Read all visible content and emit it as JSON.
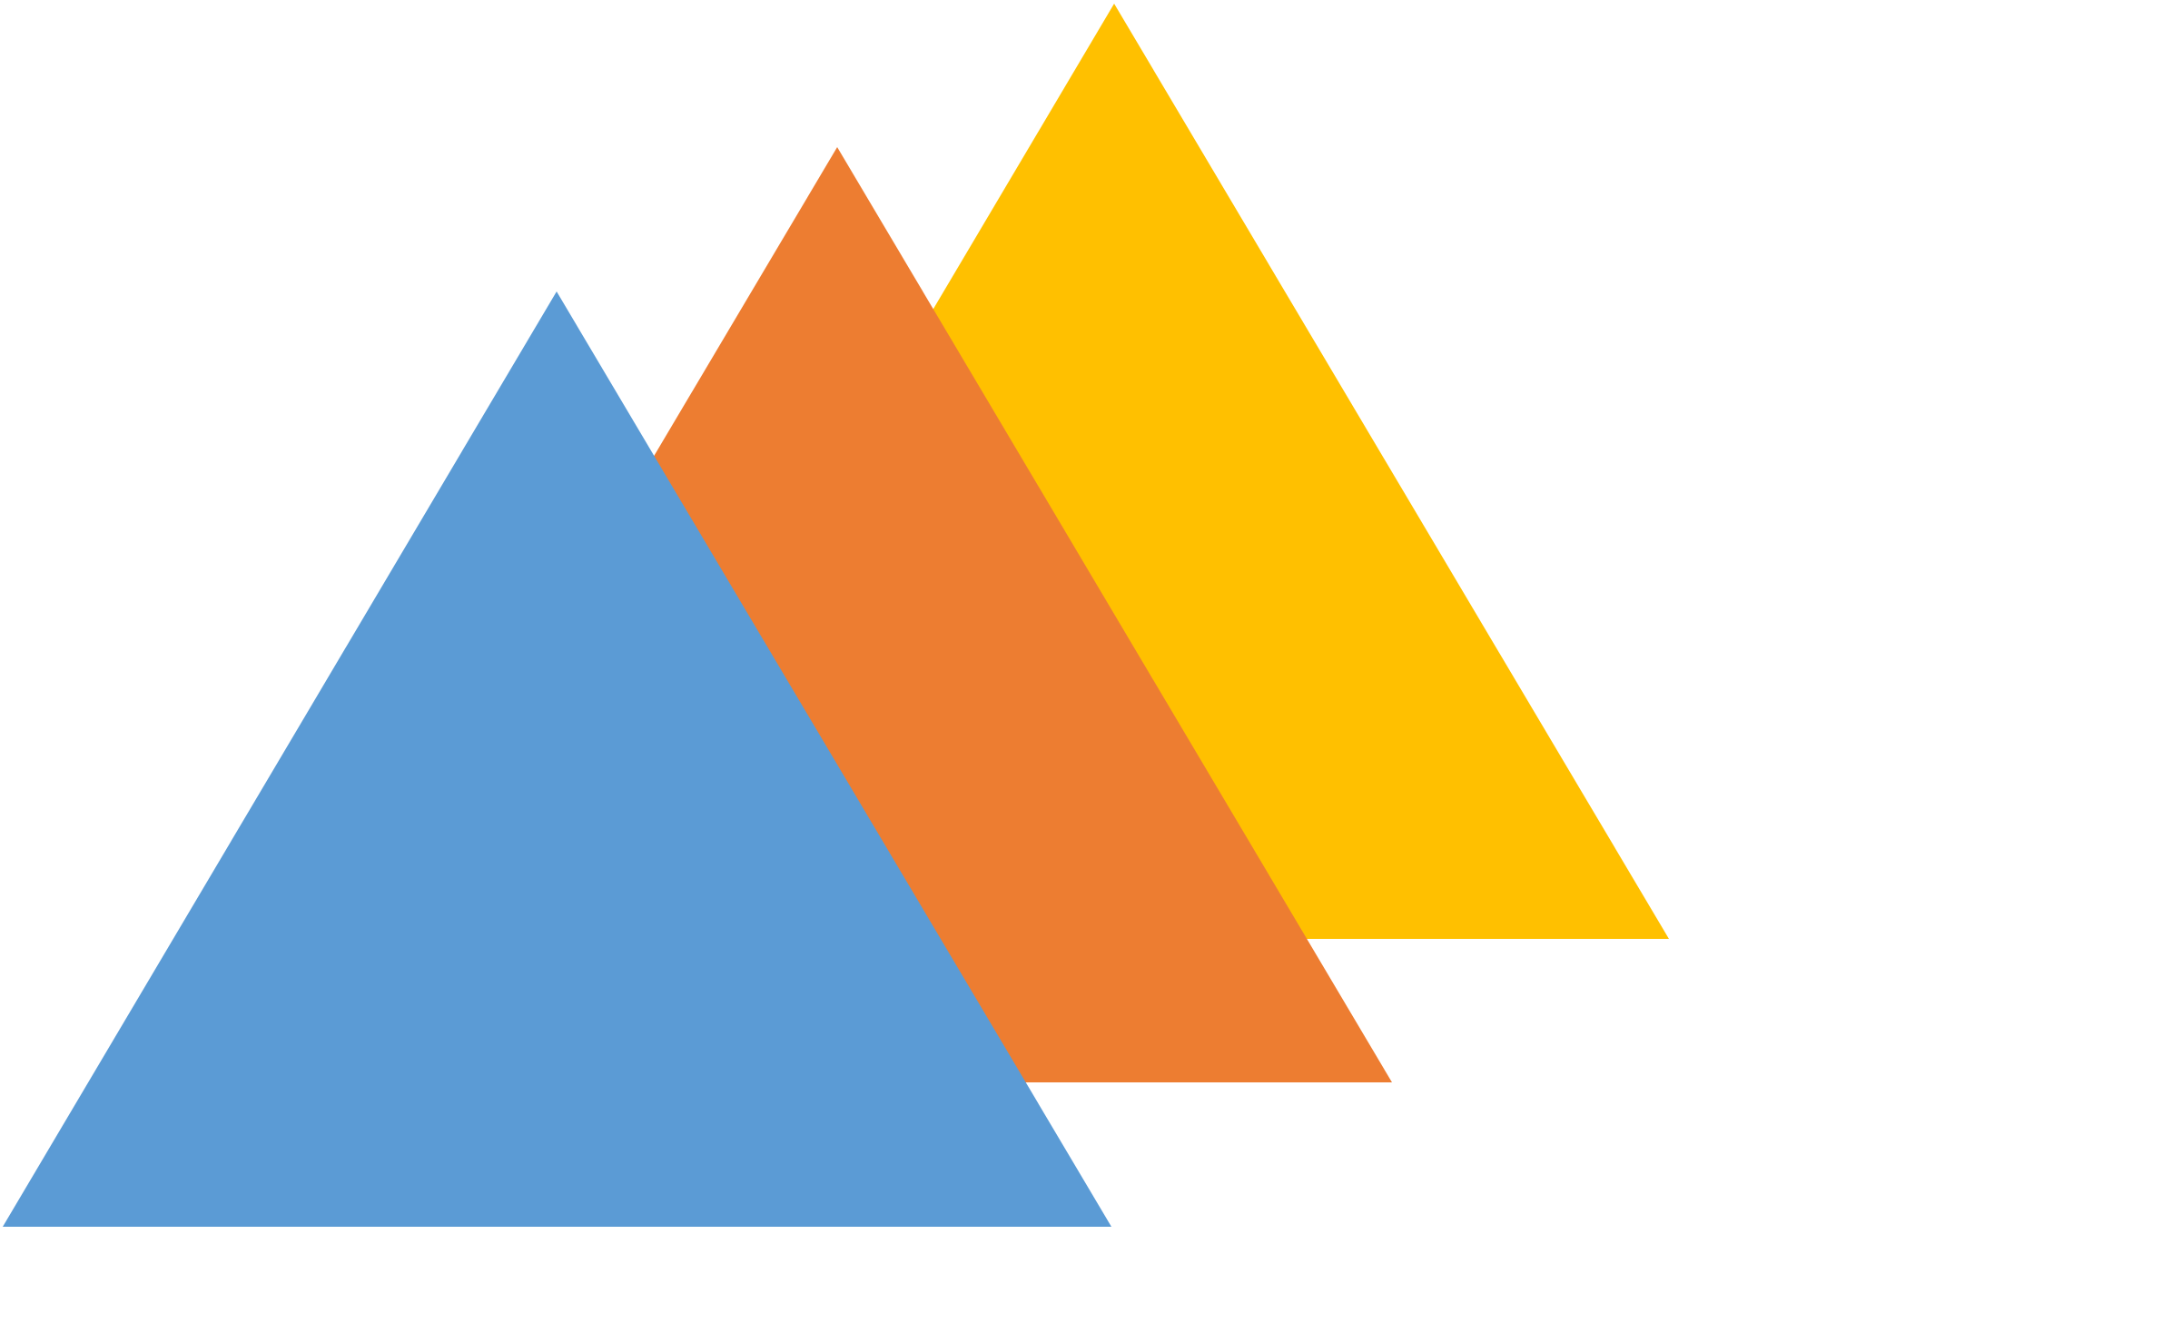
{
  "diagram": {
    "background_color": "#FFFFFF",
    "shapes": [
      {
        "kind": "triangle",
        "layer": "back",
        "color": "#FFC000"
      },
      {
        "kind": "triangle",
        "layer": "middle",
        "color": "#ED7D31"
      },
      {
        "kind": "triangle",
        "layer": "front",
        "color": "#5B9BD5"
      }
    ]
  }
}
